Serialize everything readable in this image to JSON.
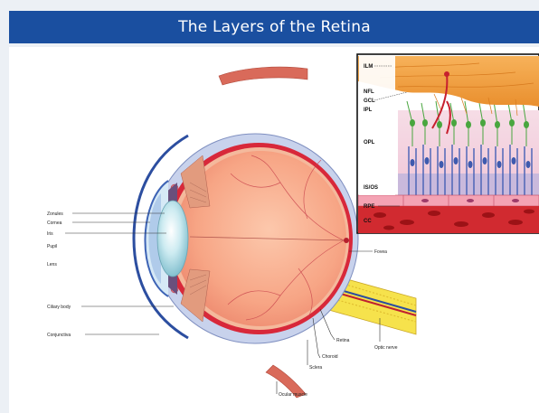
{
  "header": {
    "title": "The Layers of the Retina"
  },
  "eye_labels": {
    "zonules": "Zonules",
    "cornea": "Cornea",
    "iris": "Iris",
    "pupil": "Pupil",
    "lens": "Lens",
    "ciliary_body": "Ciliary body",
    "conjunctiva": "Conjunctiva",
    "fovea": "Fovea",
    "retina": "Retina",
    "choroid": "Choroid",
    "optic_nerve": "Optic nerve",
    "sclera": "Sclera",
    "ocular_muscle": "Ocular muscle"
  },
  "retina_layers": {
    "ilm": "ILM",
    "nfl": "NFL",
    "gcl": "GCL",
    "ipl": "IPL",
    "opl": "OPL",
    "is_os": "IS/OS",
    "rpe": "RPE",
    "cc": "CC"
  },
  "colors": {
    "title_bar": "#1a4fa0",
    "sclera": "#c8d2ec",
    "choroid": "#d8283a",
    "vitreous": "#f9a888",
    "lens": "#bfe1ea",
    "nerve_fiber": "#f2a446",
    "ganglion_cell": "#49a63f",
    "photoreceptor": "#4560b5",
    "optic_nerve": "#f6e24c"
  }
}
